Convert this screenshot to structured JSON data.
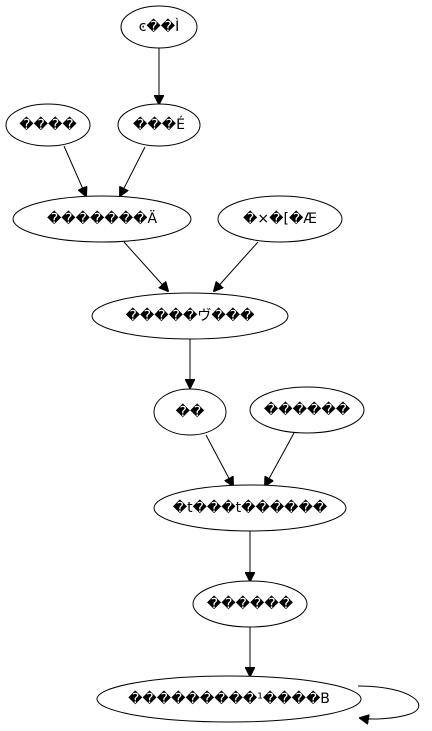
{
  "diagram": {
    "nodes": [
      {
        "id": "n1",
        "label": "ͼ��Ì"
      },
      {
        "id": "n2",
        "label": "����"
      },
      {
        "id": "n3",
        "label": "���É"
      },
      {
        "id": "n4",
        "label": "�������Ä"
      },
      {
        "id": "n5",
        "label": "�×�[�Æ"
      },
      {
        "id": "n6",
        "label": "�����ヴ���"
      },
      {
        "id": "n7",
        "label": "��"
      },
      {
        "id": "n8",
        "label": "������"
      },
      {
        "id": "n9",
        "label": "�t���t������"
      },
      {
        "id": "n10",
        "label": "������"
      },
      {
        "id": "n11",
        "label": "���������¹����B"
      }
    ],
    "edges": [
      {
        "from": "n1",
        "to": "n3"
      },
      {
        "from": "n2",
        "to": "n4"
      },
      {
        "from": "n3",
        "to": "n4"
      },
      {
        "from": "n4",
        "to": "n6"
      },
      {
        "from": "n5",
        "to": "n6"
      },
      {
        "from": "n6",
        "to": "n7"
      },
      {
        "from": "n7",
        "to": "n9"
      },
      {
        "from": "n8",
        "to": "n9"
      },
      {
        "from": "n9",
        "to": "n10"
      },
      {
        "from": "n10",
        "to": "n11"
      },
      {
        "from": "n11",
        "to": "n11"
      }
    ]
  }
}
